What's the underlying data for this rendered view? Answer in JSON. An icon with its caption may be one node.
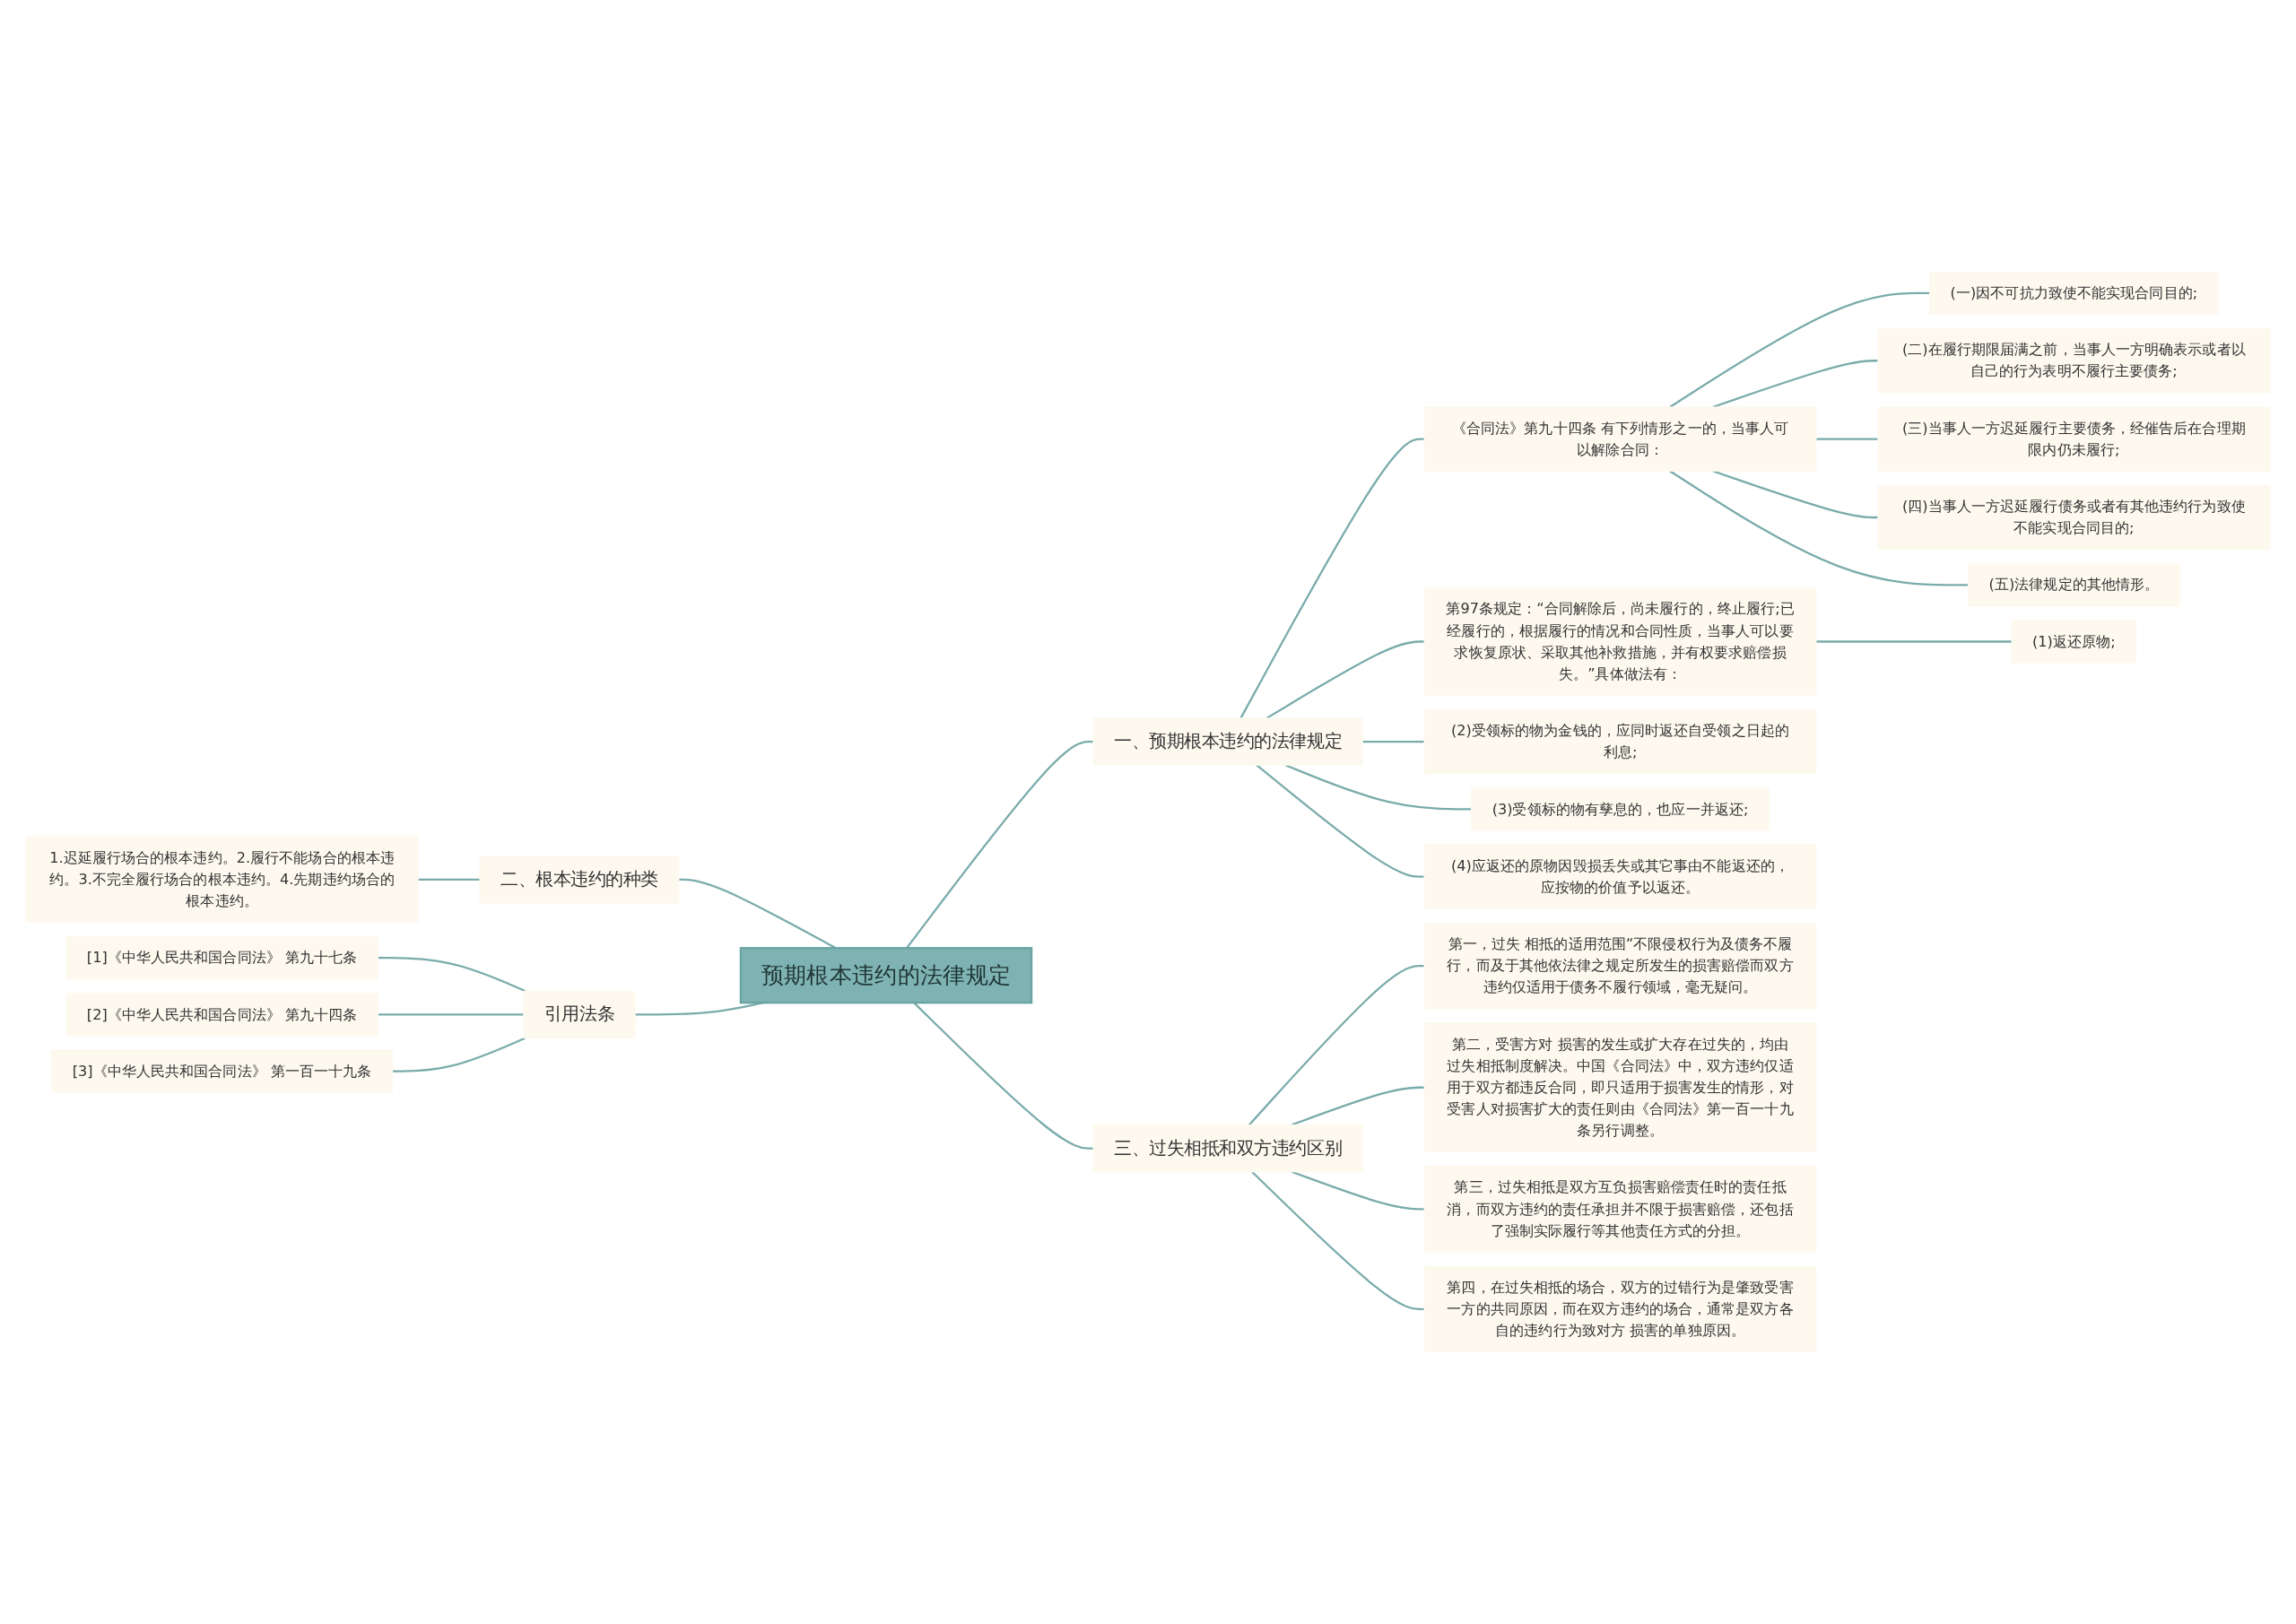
{
  "diagram": {
    "nodes": [
      {
        "text": [
          "预期根本违约的法律规定"
        ]
      },
      {
        "text": [
          "一、预期根本违约的法律规定"
        ]
      },
      {
        "text": [
          "《合同法》第九十四条 有下列情形之一的，当事人可以解除合同："
        ]
      },
      {
        "text": [
          "(一)因不可抗力致使不能实现合同目的;"
        ]
      },
      {
        "text": [
          "(二)在履行期限届满之前，当事人一方明确表示或者以自己的行为表明不履行主要债务;"
        ]
      },
      {
        "text": [
          "(三)当事人一方迟延履行主要债务，经催告后在合理期限内仍未履行;"
        ]
      },
      {
        "text": [
          "(四)当事人一方迟延履行债务或者有其他违约行为致使不能实现合同目的;"
        ]
      },
      {
        "text": [
          "(五)法律规定的其他情形。"
        ]
      },
      {
        "text": [
          "第97条规定：“合同解除后，尚未履行的，终止履行;已经履行的，根据履行的情况和合同性质，当事人可以要求恢复原状、采取其他补救措施，并有权要求赔偿损失。”具体做法有："
        ]
      },
      {
        "text": [
          "(1)返还原物;"
        ]
      },
      {
        "text": [
          "(2)受领标的物为金钱的，应同时返还自受领之日起的利息;"
        ]
      },
      {
        "text": [
          "(3)受领标的物有孳息的，也应一并返还;"
        ]
      },
      {
        "text": [
          "(4)应返还的原物因毁损丢失或其它事由不能返还的，应按物的价值予以返还。"
        ]
      },
      {
        "text": [
          "三、过失相抵和双方违约区别"
        ]
      },
      {
        "text": [
          "第一，过失 相抵的适用范围“不限侵权行为及债务不履行，而及于其他依法律之规定所发生的损害赔偿而双方违约仅适用于债务不履行领域，毫无疑问。"
        ]
      },
      {
        "text": [
          "第二，受害方对 损害的发生或扩大存在过失的，均由过失相抵制度解决。中国《合同法》中，双方违约仅适用于双方都违反合同，即只适用于损害发生的情形，对受害人对损害扩大的责任则由《合同法》第一百一十九条另行调整。"
        ]
      },
      {
        "text": [
          "第三，过失相抵是双方互负损害赔偿责任时的责任抵消，而双方违约的责任承担并不限于损害赔偿，还包括了强制实际履行等其他责任方式的分担。"
        ]
      },
      {
        "text": [
          "第四，在过失相抵的场合，双方的过错行为是肇致受害一方的共同原因，而在双方违约的场合，通常是双方各自的违约行为致对方 损害的单独原因。"
        ]
      },
      {
        "text": [
          "二、根本违约的种类"
        ]
      },
      {
        "text": [
          "1.迟延履行场合的根本违约。2.履行不能场合的根本违约。3.不完全履行场合的根本违约。4.先期违约场合的根本违约。"
        ]
      },
      {
        "text": [
          "引用法条"
        ]
      },
      {
        "text": [
          "[1]《中华人民共和国合同法》 第九十七条"
        ]
      },
      {
        "text": [
          "[2]《中华人民共和国合同法》 第九十四条"
        ]
      },
      {
        "text": [
          "[3]《中华人民共和国合同法》 第一百一十九条"
        ]
      }
    ],
    "edges": [
      {
        "from": 0,
        "to": 1,
        "arrow": "none"
      },
      {
        "from": 1,
        "to": 2,
        "arrow": "none"
      },
      {
        "from": 2,
        "to": 3,
        "arrow": "none"
      },
      {
        "from": 2,
        "to": 4,
        "arrow": "none"
      },
      {
        "from": 2,
        "to": 5,
        "arrow": "none"
      },
      {
        "from": 2,
        "to": 6,
        "arrow": "none"
      },
      {
        "from": 2,
        "to": 7,
        "arrow": "none"
      },
      {
        "from": 1,
        "to": 8,
        "arrow": "none"
      },
      {
        "from": 8,
        "to": 9,
        "arrow": "none"
      },
      {
        "from": 1,
        "to": 10,
        "arrow": "none"
      },
      {
        "from": 1,
        "to": 11,
        "arrow": "none"
      },
      {
        "from": 1,
        "to": 12,
        "arrow": "none"
      },
      {
        "from": 0,
        "to": 13,
        "arrow": "none"
      },
      {
        "from": 13,
        "to": 14,
        "arrow": "none"
      },
      {
        "from": 13,
        "to": 15,
        "arrow": "none"
      },
      {
        "from": 13,
        "to": 16,
        "arrow": "none"
      },
      {
        "from": 13,
        "to": 17,
        "arrow": "none"
      },
      {
        "from": 18,
        "to": 0,
        "arrow": "none"
      },
      {
        "from": 19,
        "to": 18,
        "arrow": "none"
      },
      {
        "from": 20,
        "to": 0,
        "arrow": "none"
      },
      {
        "from": 21,
        "to": 20,
        "arrow": "none"
      },
      {
        "from": 22,
        "to": 20,
        "arrow": "none"
      },
      {
        "from": 23,
        "to": 20,
        "arrow": "none"
      }
    ]
  }
}
